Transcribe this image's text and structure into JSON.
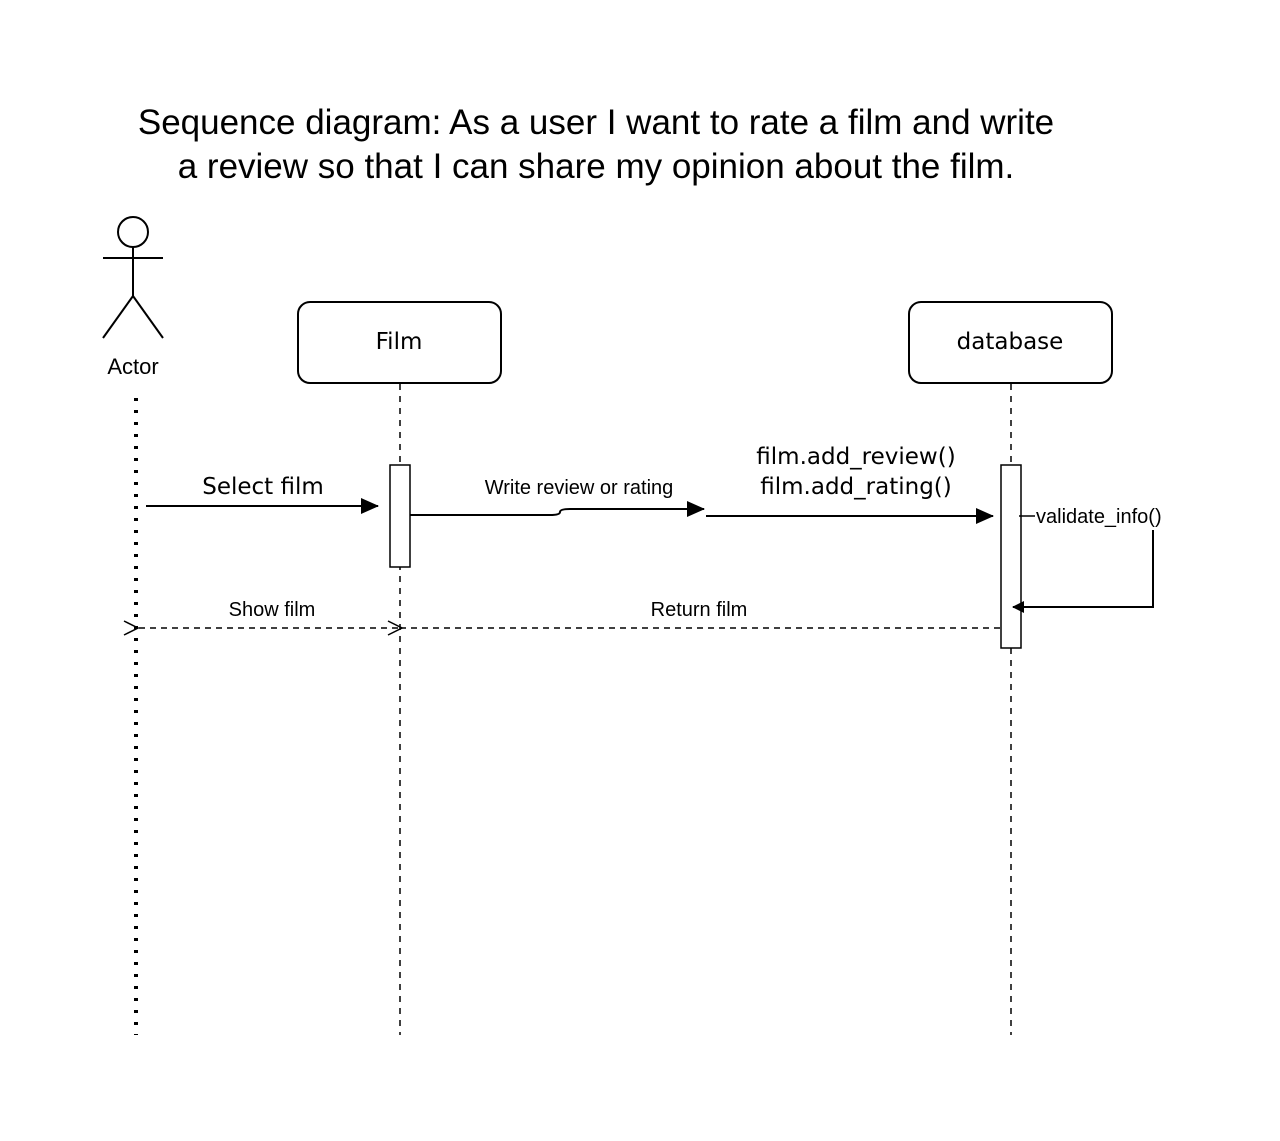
{
  "title": {
    "line1": "Sequence diagram: As a user I want to rate a film and write",
    "line2": "a review so that I can share my opinion about the film."
  },
  "participants": {
    "actor": "Actor",
    "film": "Film",
    "database": "database"
  },
  "messages": {
    "select_film": "Select film",
    "write_review": "Write review or rating",
    "add_review": "film.add_review()",
    "add_rating": "film.add_rating()",
    "validate_info": "validate_info()",
    "show_film": "Show film",
    "return_film": "Return film"
  }
}
